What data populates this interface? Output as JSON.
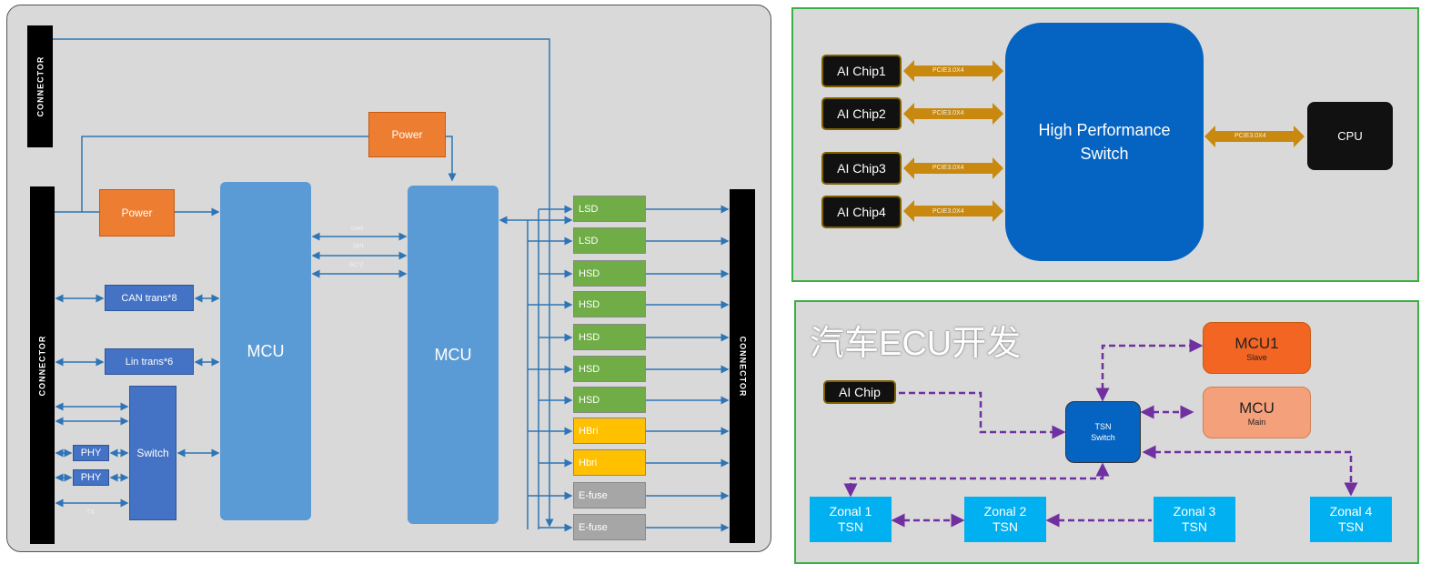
{
  "left": {
    "connector_label": "CONNECTOR",
    "power1": "Power",
    "power2": "Power",
    "mcu1": "MCU",
    "mcu2": "MCU",
    "bus_labels": [
      "Uart",
      "SPI",
      "IIC*2"
    ],
    "can": "CAN trans*8",
    "lin": "Lin trans*6",
    "switch": "Switch",
    "phy": [
      "PHY",
      "PHY"
    ],
    "tx": "TX",
    "outputs": [
      {
        "label": "LSD",
        "color": "#70ad47"
      },
      {
        "label": "LSD",
        "color": "#70ad47"
      },
      {
        "label": "HSD",
        "color": "#70ad47"
      },
      {
        "label": "HSD",
        "color": "#70ad47"
      },
      {
        "label": "HSD",
        "color": "#70ad47"
      },
      {
        "label": "HSD",
        "color": "#70ad47"
      },
      {
        "label": "HSD",
        "color": "#70ad47"
      },
      {
        "label": "HBri",
        "color": "#ffc000"
      },
      {
        "label": "Hbri",
        "color": "#ffc000"
      },
      {
        "label": "E-fuse",
        "color": "#a6a6a6"
      },
      {
        "label": "E-fuse",
        "color": "#a6a6a6"
      }
    ]
  },
  "top_right": {
    "chips": [
      "AI Chip1",
      "AI Chip2",
      "AI Chip3",
      "AI Chip4"
    ],
    "link": "PCIE3.0X4",
    "switch": "High Performance Switch",
    "cpu": "CPU"
  },
  "bottom_right": {
    "ai_chip": "AI Chip",
    "tsn_switch": [
      "TSN",
      "Switch"
    ],
    "mcu1": {
      "title": "MCU1",
      "sub": "Slave"
    },
    "mcu": {
      "title": "MCU",
      "sub": "Main"
    },
    "zonals": [
      [
        "Zonal 1",
        "TSN"
      ],
      [
        "Zonal 2",
        "TSN"
      ],
      [
        "Zonal 3",
        "TSN"
      ],
      [
        "Zonal 4",
        "TSN"
      ]
    ]
  },
  "watermark": "汽车ECU开发"
}
